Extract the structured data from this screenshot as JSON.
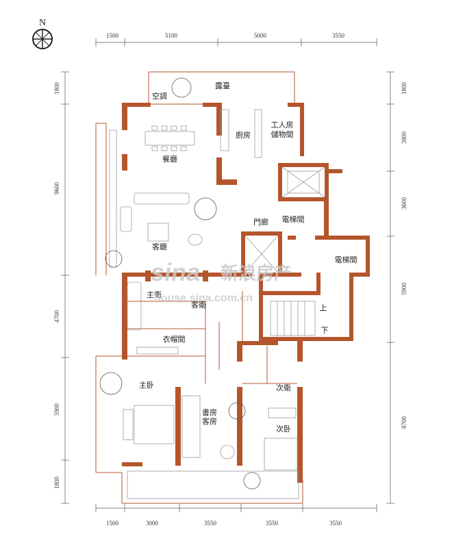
{
  "compass": {
    "label": "N",
    "icon": "north-arrow-icon"
  },
  "dimensions": {
    "top": [
      "1500",
      "5100",
      "5000",
      "3550"
    ],
    "bottom": [
      "1500",
      "3000",
      "3550",
      "3550",
      "3550"
    ],
    "left": [
      "1800",
      "9600",
      "4700",
      "5900",
      "1800"
    ],
    "right": [
      "1800",
      "3800",
      "3600",
      "5900",
      "8700"
    ]
  },
  "rooms": {
    "terrace": "露臺",
    "aircon": "空調",
    "kitchen": "廚房",
    "servant_room": "工人房",
    "storage": "儲物間",
    "dining": "餐廳",
    "living": "客廳",
    "corridor": "門廊",
    "elevator_room_1": "電梯間",
    "elevator_room_2": "電梯間",
    "master_bath": "主衛",
    "guest_bath": "客衛",
    "closet": "衣帽間",
    "master_bedroom": "主卧",
    "study_1": "書房",
    "study_2": "客房",
    "second_bath": "次衛",
    "second_bedroom": "次卧",
    "stair_up": "上",
    "stair_down": "下"
  },
  "watermark": {
    "brand": "sina",
    "brand_cn": "新浪房产",
    "url": "house.sina.com.cn"
  },
  "colors": {
    "wall": "#b5552b",
    "lines": "#9a9a9a",
    "watermark": "#c9c9c9"
  }
}
